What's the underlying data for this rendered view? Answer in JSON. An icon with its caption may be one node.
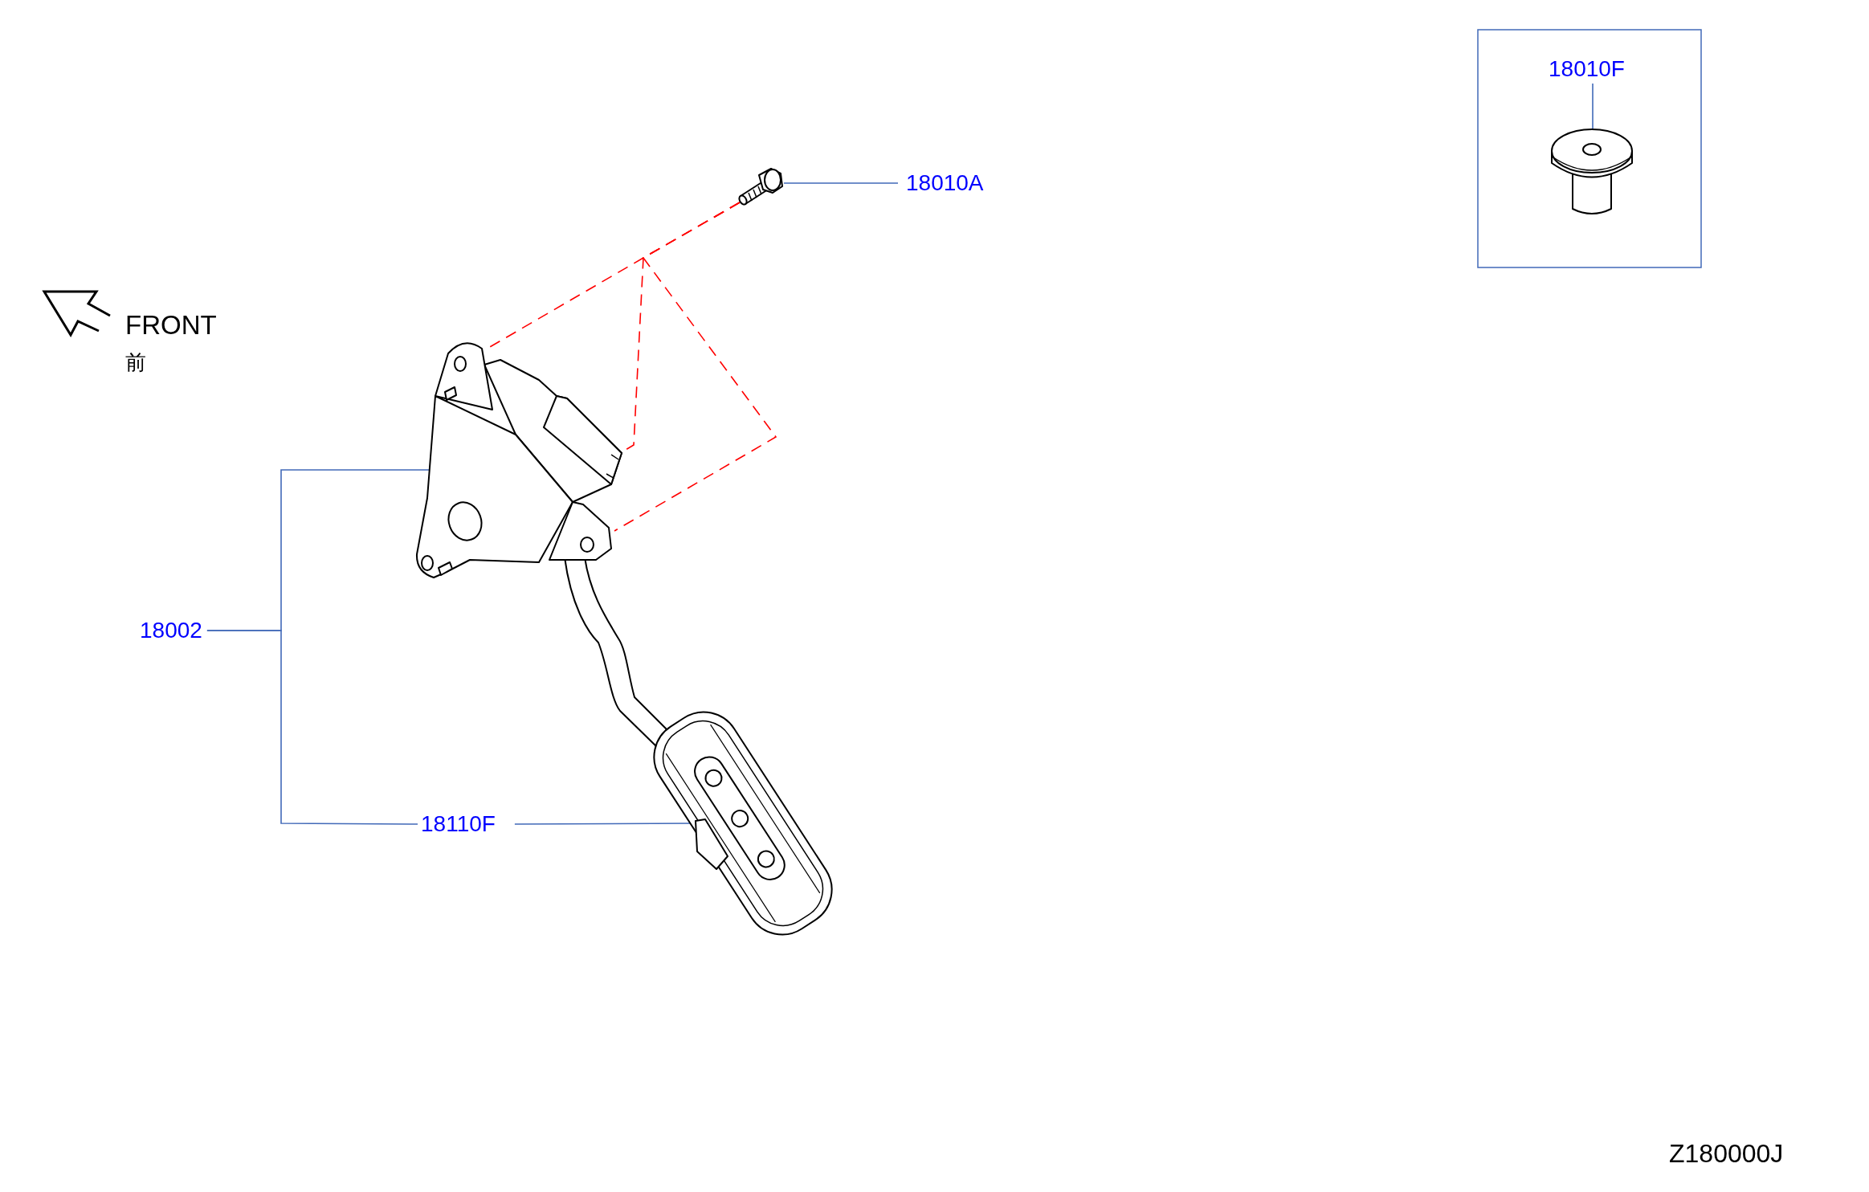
{
  "diagram": {
    "nodes": [
      {
        "text": [
          "18010A"
        ]
      },
      {
        "text": [],
        "shape": "picture"
      },
      {
        "text": [
          "18010F"
        ]
      },
      {
        "text": [],
        "shape": "picture"
      },
      {
        "text": [
          "18002"
        ]
      },
      {
        "text": [],
        "shape": "picture"
      },
      {
        "text": [
          "18110F"
        ]
      },
      {
        "text": [],
        "shape": "picture"
      }
    ],
    "edges": [
      {
        "from": 0,
        "to": 1,
        "arrow": "none"
      },
      {
        "from": 2,
        "to": 3,
        "arrow": "none"
      },
      {
        "from": 4,
        "to": 5,
        "arrow": "none"
      },
      {
        "from": 4,
        "to": 6,
        "arrow": "none"
      },
      {
        "from": 6,
        "to": 7,
        "arrow": "none"
      },
      {
        "from": 1,
        "to": 5,
        "arrow": "none",
        "style": "dashed",
        "color": "#ff0000"
      },
      {
        "from": 1,
        "to": 5,
        "arrow": "none",
        "style": "dashed",
        "color": "#ff0000"
      },
      {
        "from": 1,
        "to": 5,
        "arrow": "none",
        "style": "dashed",
        "color": "#ff0000"
      }
    ],
    "labels": [
      "FRONT",
      "前",
      "Z180000J"
    ]
  }
}
